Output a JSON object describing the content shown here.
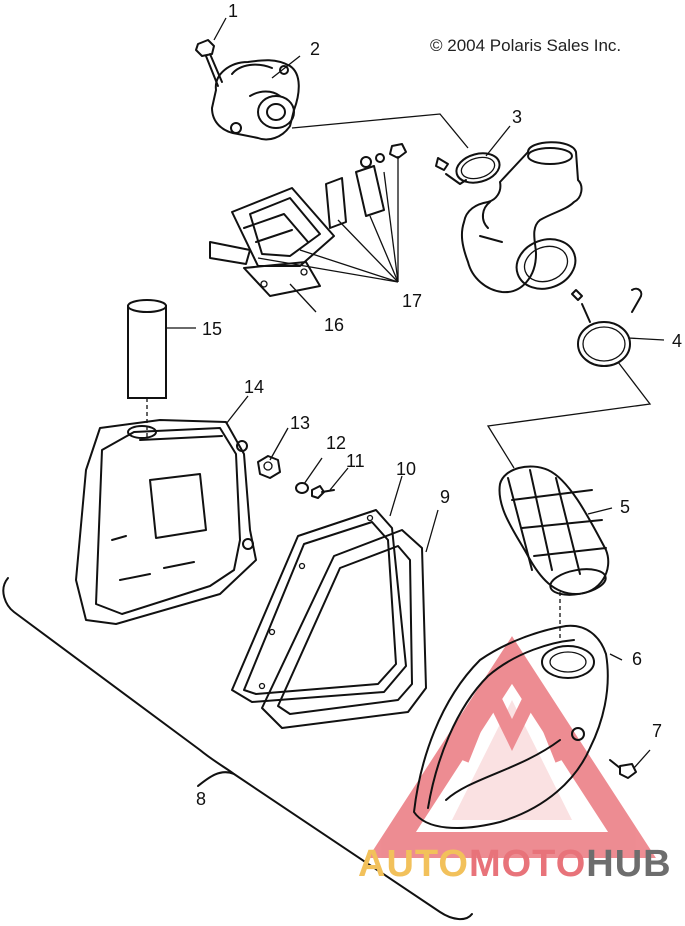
{
  "copyright": "© 2004 Polaris Sales Inc.",
  "callouts": {
    "n1": "1",
    "n2": "2",
    "n3": "3",
    "n4": "4",
    "n5": "5",
    "n6": "6",
    "n7": "7",
    "n8": "8",
    "n9": "9",
    "n10": "10",
    "n11": "11",
    "n12": "12",
    "n13": "13",
    "n14": "14",
    "n15": "15",
    "n16": "16",
    "n17": "17"
  },
  "watermark": {
    "part1": "AUTO",
    "part2": "MOTO",
    "part3": "HUB"
  },
  "colors": {
    "watermark_red": "#e0303a",
    "watermark_yellow": "#f2c15b",
    "watermark_gray": "#6d6d6d"
  }
}
